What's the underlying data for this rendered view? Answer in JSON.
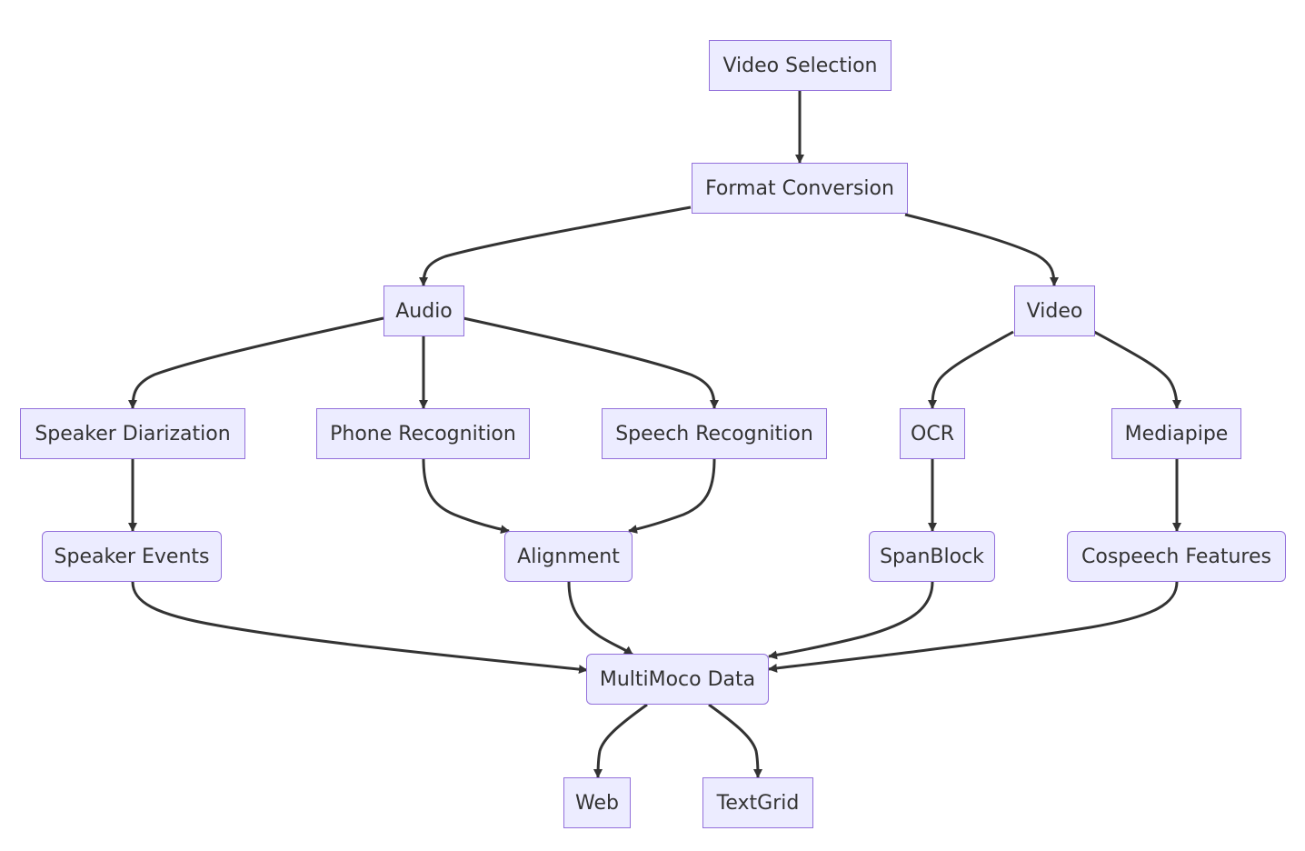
{
  "colors": {
    "node_fill": "#ececff",
    "node_border": "#9370db",
    "edge": "#333333",
    "text": "#333333"
  },
  "nodes": {
    "video_selection": "Video Selection",
    "format_conversion": "Format Conversion",
    "audio": "Audio",
    "video": "Video",
    "speaker_diarization": "Speaker Diarization",
    "phone_recognition": "Phone Recognition",
    "speech_recognition": "Speech Recognition",
    "ocr": "OCR",
    "mediapipe": "Mediapipe",
    "speaker_events": "Speaker Events",
    "alignment": "Alignment",
    "spanblock": "SpanBlock",
    "cospeech_features": "Cospeech Features",
    "multimoco_data": "MultiMoco Data",
    "web": "Web",
    "textgrid": "TextGrid"
  },
  "edges": [
    {
      "from": "video_selection",
      "to": "format_conversion"
    },
    {
      "from": "format_conversion",
      "to": "audio"
    },
    {
      "from": "format_conversion",
      "to": "video"
    },
    {
      "from": "audio",
      "to": "speaker_diarization"
    },
    {
      "from": "audio",
      "to": "phone_recognition"
    },
    {
      "from": "audio",
      "to": "speech_recognition"
    },
    {
      "from": "video",
      "to": "ocr"
    },
    {
      "from": "video",
      "to": "mediapipe"
    },
    {
      "from": "speaker_diarization",
      "to": "speaker_events"
    },
    {
      "from": "phone_recognition",
      "to": "alignment"
    },
    {
      "from": "speech_recognition",
      "to": "alignment"
    },
    {
      "from": "ocr",
      "to": "spanblock"
    },
    {
      "from": "mediapipe",
      "to": "cospeech_features"
    },
    {
      "from": "speaker_events",
      "to": "multimoco_data"
    },
    {
      "from": "alignment",
      "to": "multimoco_data"
    },
    {
      "from": "spanblock",
      "to": "multimoco_data"
    },
    {
      "from": "cospeech_features",
      "to": "multimoco_data"
    },
    {
      "from": "multimoco_data",
      "to": "web"
    },
    {
      "from": "multimoco_data",
      "to": "textgrid"
    }
  ]
}
